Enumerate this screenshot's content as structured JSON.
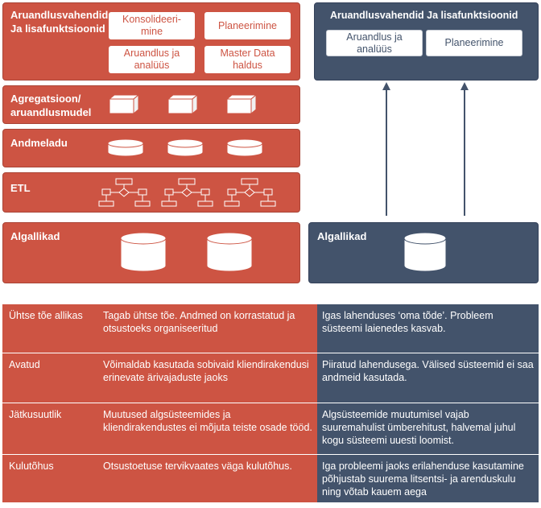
{
  "left": {
    "tools": {
      "title_line1": "Aruandlusvahendid",
      "title_line2": "Ja lisafunktsioonid",
      "buttons": [
        "Konsolideeri-mine",
        "Planeerimine",
        "Aruandlus ja analüüs",
        "Master Data haldus"
      ]
    },
    "aggregation": {
      "title_line1": "Agregatsioon/",
      "title_line2": "aruandlusmudel"
    },
    "warehouse": {
      "title": "Andmeladu"
    },
    "etl": {
      "title": "ETL"
    },
    "sources": {
      "title": "Algallikad"
    }
  },
  "right": {
    "tools": {
      "title": "Aruandlusvahendid Ja lisafunktsioonid",
      "buttons": [
        "Aruandlus ja analüüs",
        "Planeerimine"
      ]
    },
    "sources": {
      "title": "Algallikad"
    }
  },
  "comparison": [
    {
      "label": "Ühtse tõe allikas",
      "left": "Tagab ühtse tõe. Andmed on korrastatud ja otsustoeks organiseeritud",
      "right": "Igas lahenduses ‘oma tõde’. Probleem süsteemi laienedes kasvab."
    },
    {
      "label": "Avatud",
      "left": "Võimaldab kasutada sobivaid kliendirakendusi erinevate ärivajaduste jaoks",
      "right": "Piiratud lahendusega. Välised süsteemid ei saa andmeid kasutada."
    },
    {
      "label": "Jätkusuutlik",
      "left": "Muutused algsüsteemides ja kliendirakendustes ei mõjuta teiste osade tööd.",
      "right": "Algsüsteemide muutumisel vajab suuremahulist ümberehitust, halvemal juhul kogu süsteemi uuesti loomist."
    },
    {
      "label": "Kulutõhus",
      "left": "Otsustoetuse tervikvaates väga kulutõhus.",
      "right": "Iga probleemi jaoks erilahenduse kasutamine põhjustab suurema litsentsi- ja arenduskulu ning võtab kauem aega"
    }
  ],
  "colors": {
    "red": "#cd5443",
    "navy": "#43536b"
  },
  "icons": {
    "aggregation": "cube-icon",
    "warehouse": "flat-cylinder-icon",
    "etl": "flowchart-icon",
    "sources": "database-icon"
  }
}
